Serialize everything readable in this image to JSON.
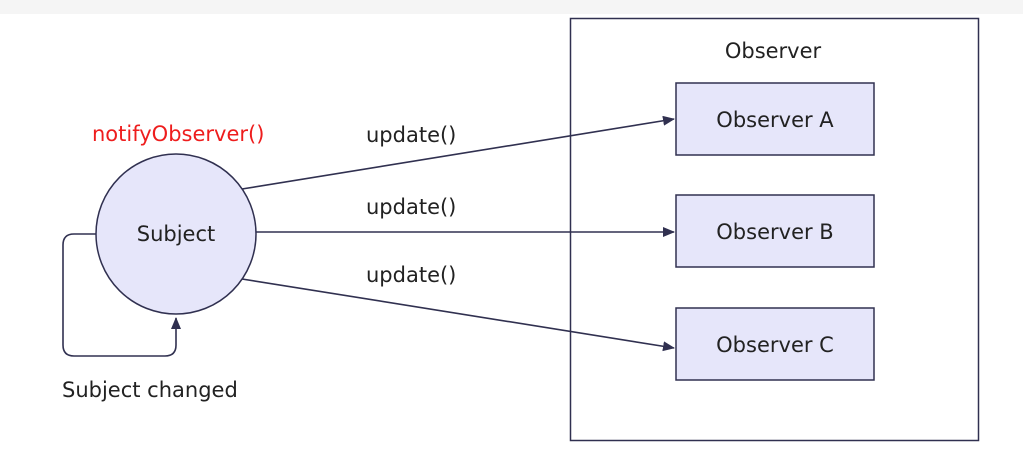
{
  "colors": {
    "shape_fill": "#e6e6fa",
    "shape_stroke": "#303050",
    "arrow": "#303050",
    "notify_text": "#ee1d1d",
    "text": "#222222"
  },
  "subject": {
    "label": "Subject",
    "notify_label": "notifyObserver()",
    "changed_label": "Subject changed"
  },
  "observer_group": {
    "title": "Observer",
    "observers": [
      {
        "label": "Observer A"
      },
      {
        "label": "Observer B"
      },
      {
        "label": "Observer C"
      }
    ]
  },
  "arrows": [
    {
      "label": "update()"
    },
    {
      "label": "update()"
    },
    {
      "label": "update()"
    }
  ]
}
